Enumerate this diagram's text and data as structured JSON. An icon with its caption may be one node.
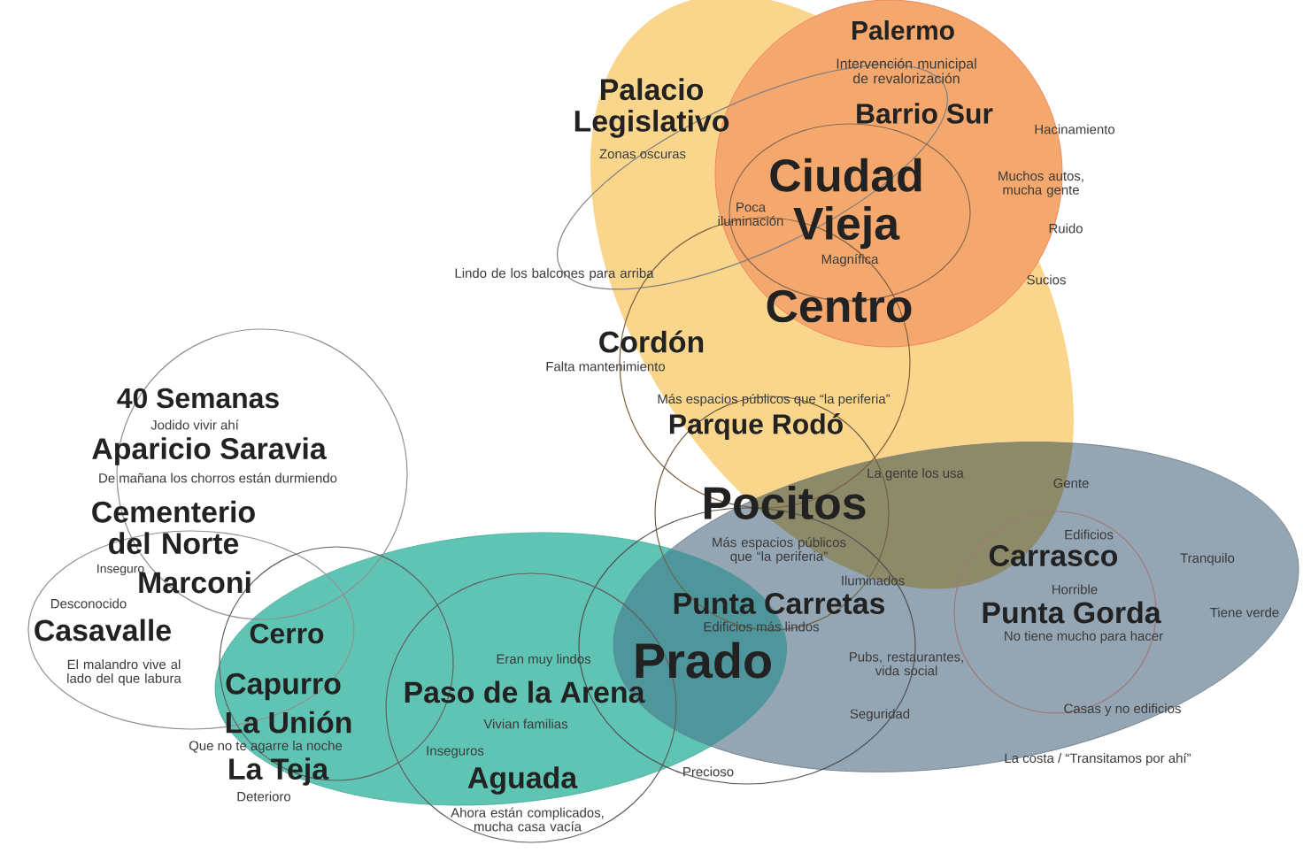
{
  "diagram": {
    "labels": [
      "Palermo",
      "Intervención municipal de revalorización",
      "Palacio Legislativo",
      "Barrio Sur",
      "Hacinamiento",
      "Zonas oscuras",
      "Ciudad Vieja",
      "Muchos autos, mucha gente",
      "Poca iluminación",
      "Ruido",
      "Lindo de los balcones para arriba",
      "Magnífica",
      "Sucios",
      "Centro",
      "Cordón",
      "Falta mantenimiento",
      "Más espacios públicos que “la periferia”",
      "Parque Rodó",
      "40 Semanas",
      "Jodido vivir ahí",
      "Aparicio Saravia",
      "De mañana los chorros están durmiendo",
      "La gente los usa",
      "Gente",
      "Cementerio del Norte",
      "Pocitos",
      "Más espacios públicos que “la periferia”",
      "Edificios",
      "Carrasco",
      "Tranquilo",
      "Inseguro",
      "Marconi",
      "Iluminados",
      "Horrible",
      "Desconocido",
      "Punta Carretas",
      "Punta Gorda",
      "Tiene verde",
      "Edificios más lindos",
      "Cerro",
      "Casavalle",
      "No tiene mucho para hacer",
      "El malandro vive al lado del que labura",
      "Eran muy lindos",
      "Prado",
      "Pubs, restaurantes, vida social",
      "Capurro",
      "Paso de la Arena",
      "Vivian familias",
      "Seguridad",
      "Casas y no edificios",
      "La Unión",
      "Que no te agarre la noche",
      "Inseguros",
      "Precioso",
      "La costa / “Transitamos por ahí”",
      "Aguada",
      "La Teja",
      "Deterioro",
      "Ahora están complicados, mucha casa vacía"
    ]
  }
}
